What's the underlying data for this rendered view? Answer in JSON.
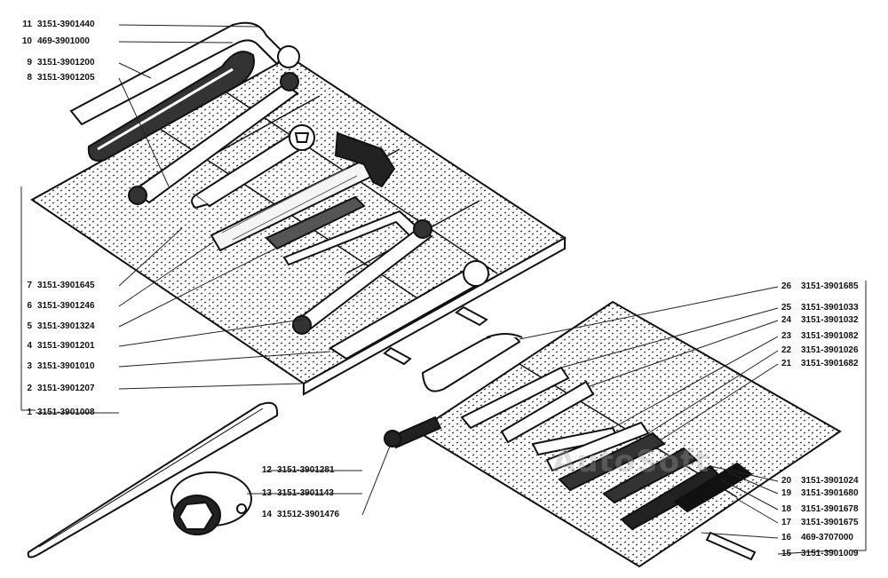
{
  "watermark": "AutoSoft",
  "left_callouts": [
    {
      "num": "11",
      "code": "3151-3901440"
    },
    {
      "num": "10",
      "code": "469-3901000"
    },
    {
      "num": "9",
      "code": "3151-3901200"
    },
    {
      "num": "8",
      "code": "3151-3901205"
    },
    {
      "num": "7",
      "code": "3151-3901645"
    },
    {
      "num": "6",
      "code": "3151-3901246"
    },
    {
      "num": "5",
      "code": "3151-3901324"
    },
    {
      "num": "4",
      "code": "3151-3901201"
    },
    {
      "num": "3",
      "code": "3151-3901010"
    },
    {
      "num": "2",
      "code": "3151-3901207"
    },
    {
      "num": "1",
      "code": "3151-3901008"
    }
  ],
  "middle_callouts": [
    {
      "num": "12",
      "code": "3151-3901281"
    },
    {
      "num": "13",
      "code": "3151-3901143"
    },
    {
      "num": "14",
      "code": "31512-3901476"
    }
  ],
  "right_callouts": [
    {
      "num": "26",
      "code": "3151-3901685"
    },
    {
      "num": "25",
      "code": "3151-3901033"
    },
    {
      "num": "24",
      "code": "3151-3901032"
    },
    {
      "num": "23",
      "code": "3151-3901082"
    },
    {
      "num": "22",
      "code": "3151-3901026"
    },
    {
      "num": "21",
      "code": "3151-3901682"
    },
    {
      "num": "20",
      "code": "3151-3901024"
    },
    {
      "num": "19",
      "code": "3151-3901680"
    },
    {
      "num": "18",
      "code": "3151-3901678"
    },
    {
      "num": "17",
      "code": "3151-3901675"
    },
    {
      "num": "16",
      "code": "469-3707000"
    },
    {
      "num": "15",
      "code": "3151-3901009"
    }
  ]
}
